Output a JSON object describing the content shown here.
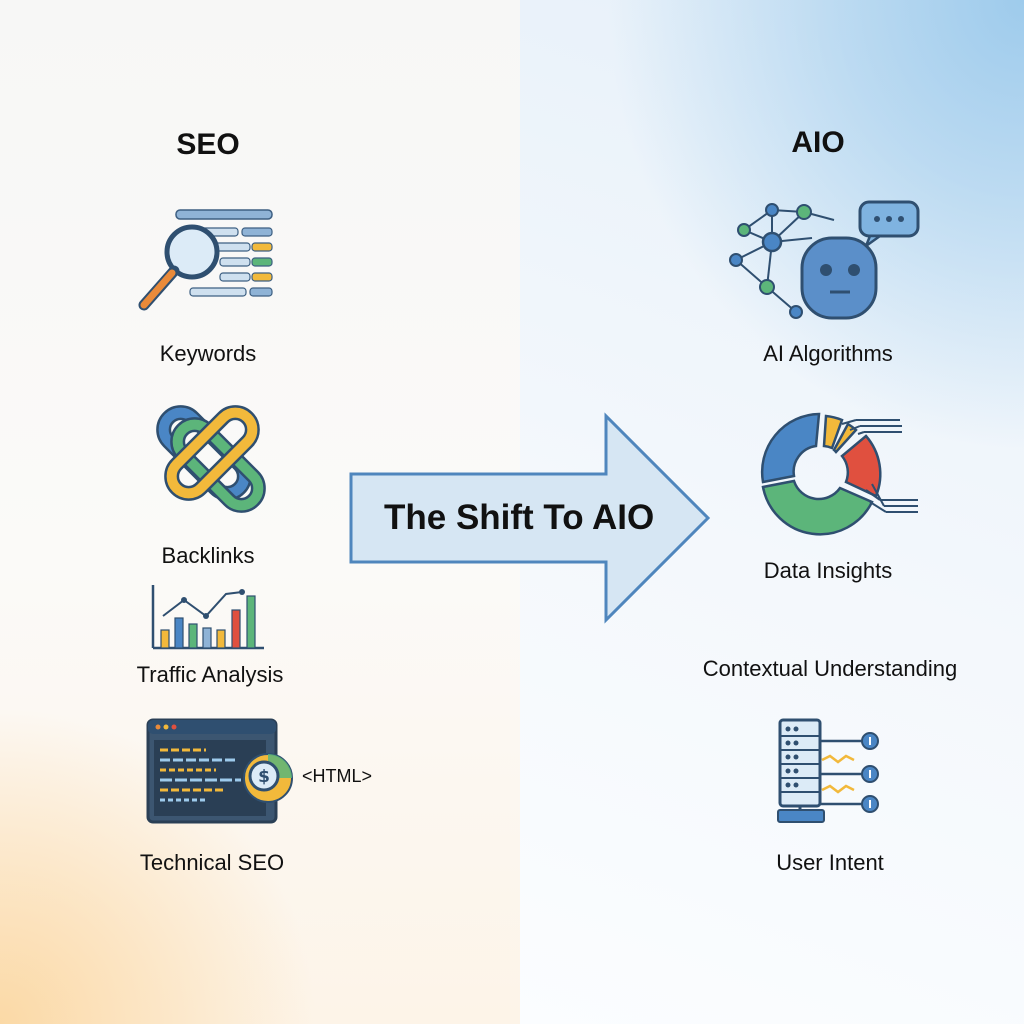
{
  "seo": {
    "heading": "SEO",
    "items": [
      {
        "label": "Keywords",
        "icon": "keyword-list-magnifier-icon"
      },
      {
        "label": "Backlinks",
        "icon": "chain-links-icon"
      },
      {
        "label": "Traffic Analysis",
        "icon": "bar-line-chart-icon"
      },
      {
        "label": "Technical SEO",
        "icon": "code-window-dollar-icon"
      }
    ],
    "html_tag": "<HTML>"
  },
  "aio": {
    "heading": "AIO",
    "items": [
      {
        "label": "AI Algorithms",
        "icon": "robot-network-icon"
      },
      {
        "label": "Data Insights",
        "icon": "donut-chart-icon"
      },
      {
        "label": "Contextual Understanding",
        "icon": ""
      },
      {
        "label": "User Intent",
        "icon": "server-stack-icon"
      }
    ]
  },
  "arrow": {
    "label": "The Shift To AIO"
  },
  "colors": {
    "blue": "#4a86c5",
    "yellow": "#f2b93b",
    "green": "#5cb57a",
    "red": "#e0503f",
    "orange": "#e98a3a",
    "arrow_fill": "#d6e6f3",
    "arrow_stroke": "#4f86bd"
  }
}
